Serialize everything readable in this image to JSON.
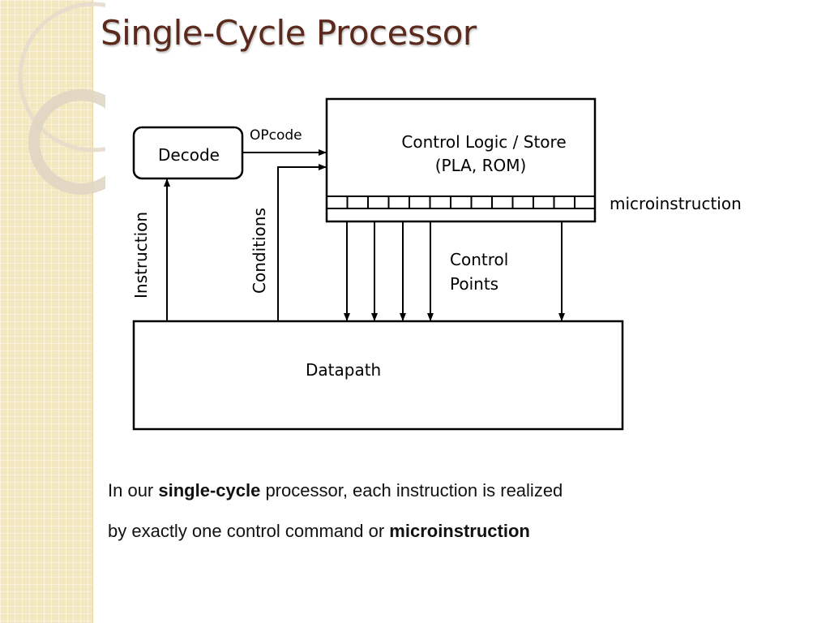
{
  "slide": {
    "title": "Single-Cycle Processor"
  },
  "diagram": {
    "decode_label": "Decode",
    "control_store_line1": "Control Logic / Store",
    "control_store_line2": "(PLA, ROM)",
    "microinstruction_label": "microinstruction",
    "opcode_label": "OPcode",
    "instruction_label": "Instruction",
    "conditions_label": "Conditions",
    "control_points_line1": "Control",
    "control_points_line2": "Points",
    "datapath_label": "Datapath"
  },
  "caption": {
    "line1_a": "In our ",
    "line1_b": "single-cycle",
    "line1_c": " processor, each instruction is realized",
    "line2_a": "by exactly one control command or ",
    "line2_b": "microinstruction"
  },
  "colors": {
    "title": "#5b2a1c",
    "sidebar": "#f3e7bf",
    "diagram_stroke": "#000000"
  }
}
